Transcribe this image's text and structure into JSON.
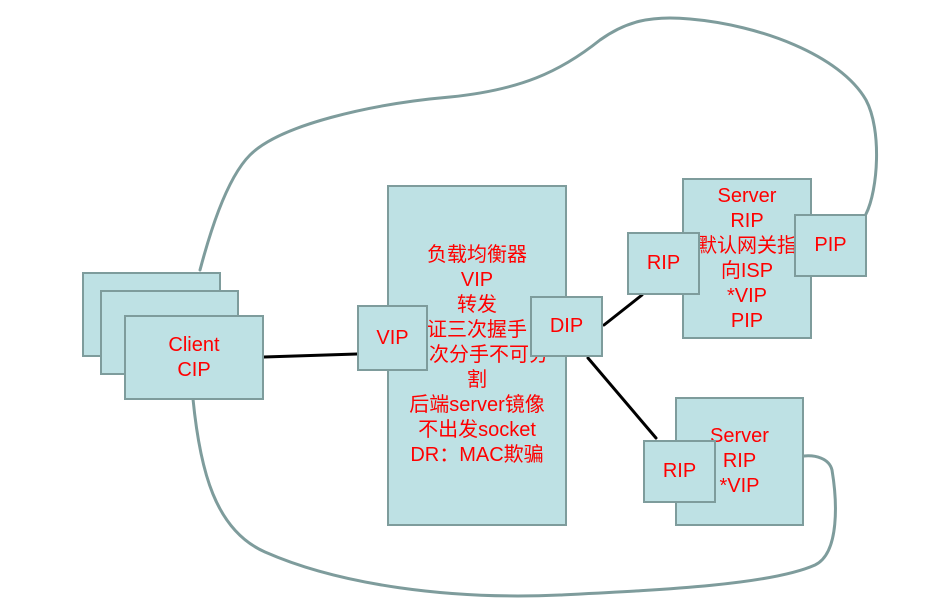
{
  "colors": {
    "box_fill": "#BEE1E4",
    "box_border": "#7E9C9C",
    "label_text": "#FF0000",
    "connector": "#000000",
    "loop": "#7E9C9C"
  },
  "client": {
    "lines": [
      "Client",
      "CIP"
    ]
  },
  "load_balancer": {
    "lines": [
      "负载均衡器",
      "VIP",
      "转发",
      "证三次握手",
      "次分手不可分",
      "割",
      "后端server镜像",
      "不出发socket",
      "DR：MAC欺骗"
    ],
    "vip_label": "VIP",
    "dip_label": "DIP"
  },
  "real_server_1": {
    "lines": [
      "Server",
      "RIP",
      "默认网关指",
      "向ISP",
      "*VIP",
      "PIP"
    ],
    "rip_label": "RIP",
    "pip_label": "PIP"
  },
  "real_server_2": {
    "lines": [
      "Server",
      "RIP",
      "*VIP"
    ],
    "rip_label": "RIP"
  }
}
